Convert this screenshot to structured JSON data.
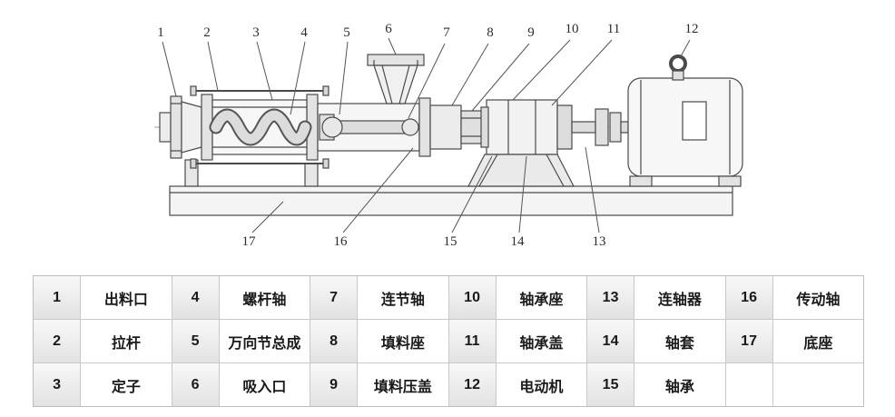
{
  "diagram": {
    "callouts": {
      "c1": "1",
      "c2": "2",
      "c3": "3",
      "c4": "4",
      "c5": "5",
      "c6": "6",
      "c7": "7",
      "c8": "8",
      "c9": "9",
      "c10": "10",
      "c11": "11",
      "c12": "12",
      "c13": "13",
      "c14": "14",
      "c15": "15",
      "c16": "16",
      "c17": "17"
    }
  },
  "table": {
    "rows": [
      [
        {
          "num": "1",
          "name": "出料口"
        },
        {
          "num": "4",
          "name": "螺杆轴"
        },
        {
          "num": "7",
          "name": "连节轴"
        },
        {
          "num": "10",
          "name": "轴承座"
        },
        {
          "num": "13",
          "name": "连轴器"
        },
        {
          "num": "16",
          "name": "传动轴"
        }
      ],
      [
        {
          "num": "2",
          "name": "拉杆"
        },
        {
          "num": "5",
          "name": "万向节总成"
        },
        {
          "num": "8",
          "name": "填料座"
        },
        {
          "num": "11",
          "name": "轴承盖"
        },
        {
          "num": "14",
          "name": "轴套"
        },
        {
          "num": "17",
          "name": "底座"
        }
      ],
      [
        {
          "num": "3",
          "name": "定子"
        },
        {
          "num": "6",
          "name": "吸入口"
        },
        {
          "num": "9",
          "name": "填料压盖"
        },
        {
          "num": "12",
          "name": "电动机"
        },
        {
          "num": "15",
          "name": "轴承"
        },
        {
          "num": "",
          "name": ""
        }
      ]
    ]
  }
}
